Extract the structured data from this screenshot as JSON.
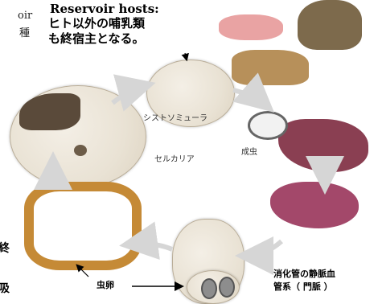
{
  "reservoir": {
    "title": "Reservoir hosts:",
    "line1": "ヒト以外の哺乳類",
    "line2": "も終宿主となる。"
  },
  "edge": {
    "top1": "oir",
    "top2": "種",
    "mid": "終",
    "bottom": "吸"
  },
  "labels": {
    "schistosomula": "シストソミューラ",
    "cercaria": "セルカリア",
    "adult": "成虫",
    "egg": "虫卵",
    "portal_line1": "消化管の静脈血",
    "portal_line2": "管系（ 門脈 ）"
  },
  "colors": {
    "panel": "#e9e2d4",
    "arrow": "#d6d6d6",
    "pig": "#e9a3a3",
    "cow": "#b7905a",
    "liver": "#8a3f52",
    "intestine": "#c58a36"
  }
}
